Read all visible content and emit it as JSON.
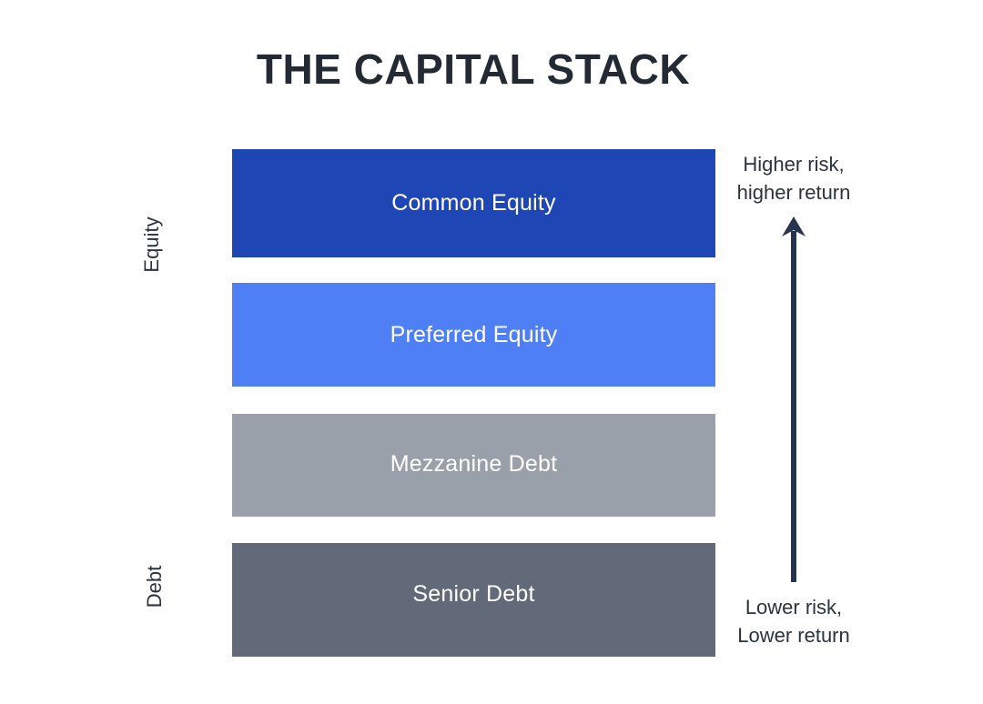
{
  "title": "THE CAPITAL STACK",
  "colors": {
    "background": "#ffffff",
    "title_text": "#232a33",
    "ink": "#26344d",
    "label_text": "#2b333e",
    "common_equity": "#1e46b4",
    "preferred_equity": "#4f7ff5",
    "mezzanine_debt": "#9aa0aa",
    "senior_debt": "#626a7a",
    "bar_label_text": "#ffffff"
  },
  "groups": [
    {
      "id": "equity",
      "label": "Equity"
    },
    {
      "id": "debt",
      "label": "Debt"
    }
  ],
  "layers": [
    {
      "id": "common-equity",
      "label": "Common Equity",
      "group": "equity",
      "color": "#1e46b4",
      "order": 1
    },
    {
      "id": "preferred-equity",
      "label": "Preferred Equity",
      "group": "equity",
      "color": "#4f7ff5",
      "order": 2
    },
    {
      "id": "mezzanine-debt",
      "label": "Mezzanine Debt",
      "group": "debt",
      "color": "#9aa0aa",
      "order": 3
    },
    {
      "id": "senior-debt",
      "label": "Senior Debt",
      "group": "debt",
      "color": "#626a7a",
      "order": 4
    }
  ],
  "annotations": {
    "top": {
      "line1": "Higher risk,",
      "line2": "higher return"
    },
    "bottom": {
      "line1": "Lower risk,",
      "line2": "Lower return"
    },
    "arrow_direction": "up"
  },
  "chart_data": {
    "type": "bar",
    "title": "THE CAPITAL STACK",
    "orientation": "stacked-vertical",
    "categories": [
      "Common Equity",
      "Preferred Equity",
      "Mezzanine Debt",
      "Senior Debt"
    ],
    "values": [
      119,
      114,
      113,
      125
    ],
    "value_unit": "relative band height (px)",
    "colors": [
      "#1e46b4",
      "#4f7ff5",
      "#9aa0aa",
      "#626a7a"
    ],
    "groups": {
      "Equity": [
        "Common Equity",
        "Preferred Equity"
      ],
      "Debt": [
        "Mezzanine Debt",
        "Senior Debt"
      ]
    },
    "xlabel": "",
    "ylabel": "",
    "grid": false,
    "legend": false,
    "annotations": [
      "Higher risk, higher return",
      "Lower risk, Lower return"
    ]
  }
}
